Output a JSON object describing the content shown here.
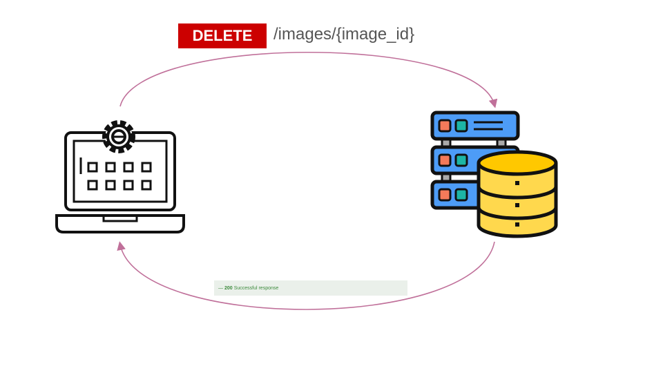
{
  "request": {
    "method": "DELETE",
    "path": "/images/{image_id}"
  },
  "response": {
    "dash": "—",
    "code": "200",
    "text": "Successful response"
  },
  "colors": {
    "method_bg": "#cc0000",
    "arrow": "#c0709a",
    "server_blue": "#4d9cf7",
    "db_yellow": "#ffd84d"
  },
  "icons": {
    "client": "laptop-gear-icon",
    "server": "server-database-icon"
  }
}
